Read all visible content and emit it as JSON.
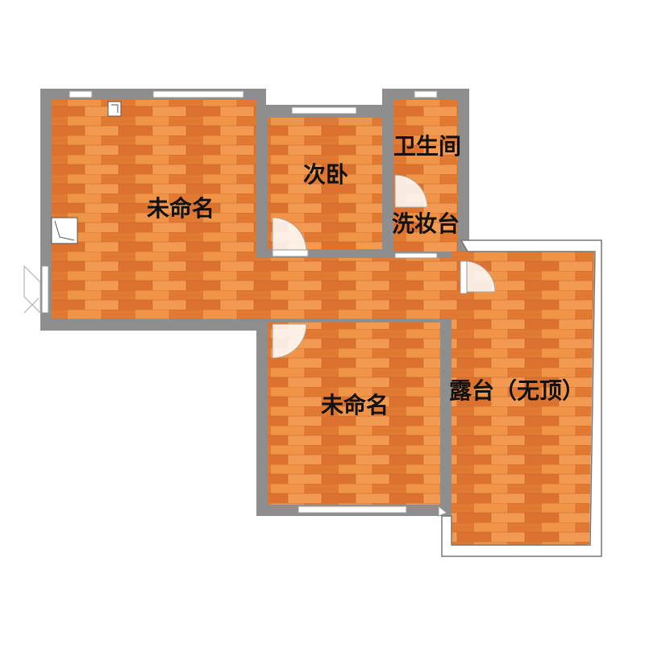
{
  "rooms": {
    "living_top": {
      "label": "未命名"
    },
    "second_bedroom": {
      "label": "次卧"
    },
    "bathroom": {
      "label": "卫生间"
    },
    "vanity": {
      "label": "洗妆台"
    },
    "bottom_room": {
      "label": "未命名"
    },
    "terrace": {
      "label": "露台（无顶）"
    }
  },
  "colors": {
    "wall": "#8e8e8e",
    "floor_base": "#e9843a",
    "floor_light": "#f29a52",
    "floor_dark": "#d36a26",
    "window": "#ffffff",
    "door": "#ffffff"
  }
}
